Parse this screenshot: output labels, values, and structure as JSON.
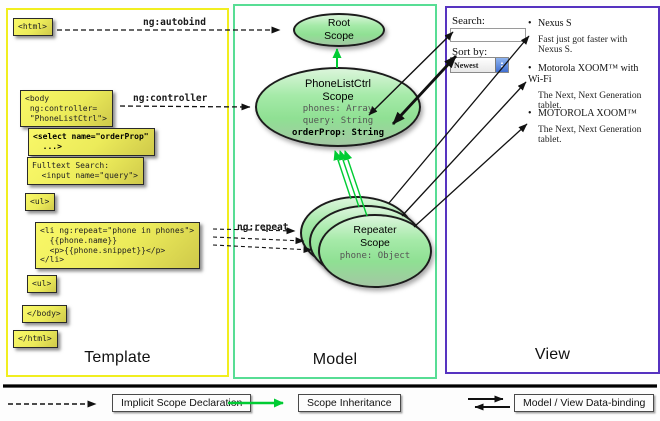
{
  "panels": {
    "template": {
      "label": "Template",
      "boxes": {
        "html_open": "<html>",
        "body_open": "<body\n ng:controller=\n \"PhoneListCtrl\">",
        "select": "<select name=\"orderProp\"\n  ...>",
        "fulltext": "Fulltext Search:\n  <input name=\"query\">",
        "ul_open": "<ul>",
        "li_repeat": "<li ng:repeat=\"phone in phones\">\n  {{phone.name}}\n  <p>{{phone.snippet}}</p>\n</li>",
        "ul_close": "<ul>",
        "body_close": "</body>",
        "html_close": "</html>"
      }
    },
    "model": {
      "label": "Model",
      "root_scope": {
        "title": "Root\nScope"
      },
      "phonelist_scope": {
        "title": "PhoneListCtrl\nScope",
        "prop_phones": "phones: Array",
        "prop_query": "query: String",
        "prop_orderprop": "orderProp: String"
      },
      "repeater_scope": {
        "title": "Repeater\nScope",
        "prop_phone": "phone: Object"
      }
    },
    "view": {
      "label": "View",
      "search_label": "Search:",
      "search_value": "",
      "sort_label": "Sort by:",
      "sort_value": "Newest",
      "items": [
        {
          "name": "Nexus S",
          "desc": "Fast just got faster with Nexus S."
        },
        {
          "name": "Motorola XOOM™ with Wi-Fi",
          "desc": "The Next, Next Generation tablet."
        },
        {
          "name": "MOTOROLA XOOM™",
          "desc": "The Next, Next Generation tablet."
        }
      ]
    }
  },
  "edge_labels": {
    "autobind": "ng:autobind",
    "controller": "ng:controller",
    "repeat": "ng:repeat"
  },
  "legend": {
    "implicit": "Implicit Scope Declaration",
    "inheritance": "Scope Inheritance",
    "databinding": "Model / View Data-binding"
  },
  "icons": {
    "bullet": "•",
    "stepper_up": "▲",
    "stepper_down": "▼"
  },
  "colors": {
    "template_border": "#f1ee1f",
    "model_border": "#57dd94",
    "view_border": "#5633c0",
    "scope_fill_green": "#8fe093",
    "arrow_green": "#00cc33",
    "code_box_yellow": "#f9f868"
  }
}
